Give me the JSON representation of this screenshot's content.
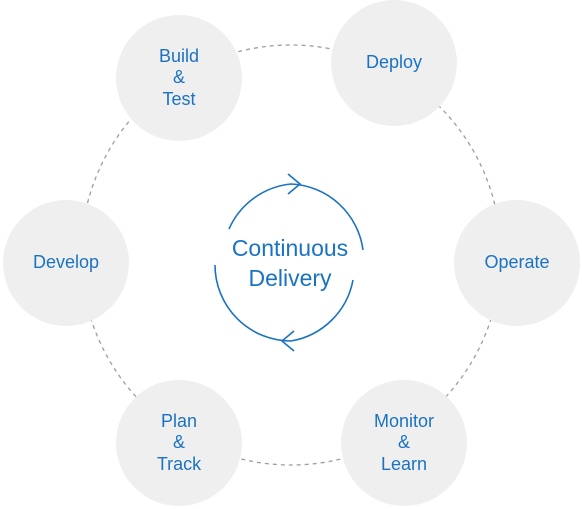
{
  "diagram": {
    "center": {
      "line1": "Continuous",
      "line2": "Delivery"
    },
    "stages": {
      "build_test": {
        "line1": "Build",
        "line2": "&",
        "line3": "Test"
      },
      "deploy": {
        "line1": "Deploy"
      },
      "operate": {
        "line1": "Operate"
      },
      "monitor_learn": {
        "line1": "Monitor",
        "line2": "&",
        "line3": "Learn"
      },
      "plan_track": {
        "line1": "Plan",
        "line2": "&",
        "line3": "Track"
      },
      "develop": {
        "line1": "Develop"
      }
    },
    "colors": {
      "accent": "#1a73c2",
      "node_fill": "#efefef",
      "ring": "#9e9e9e"
    }
  }
}
